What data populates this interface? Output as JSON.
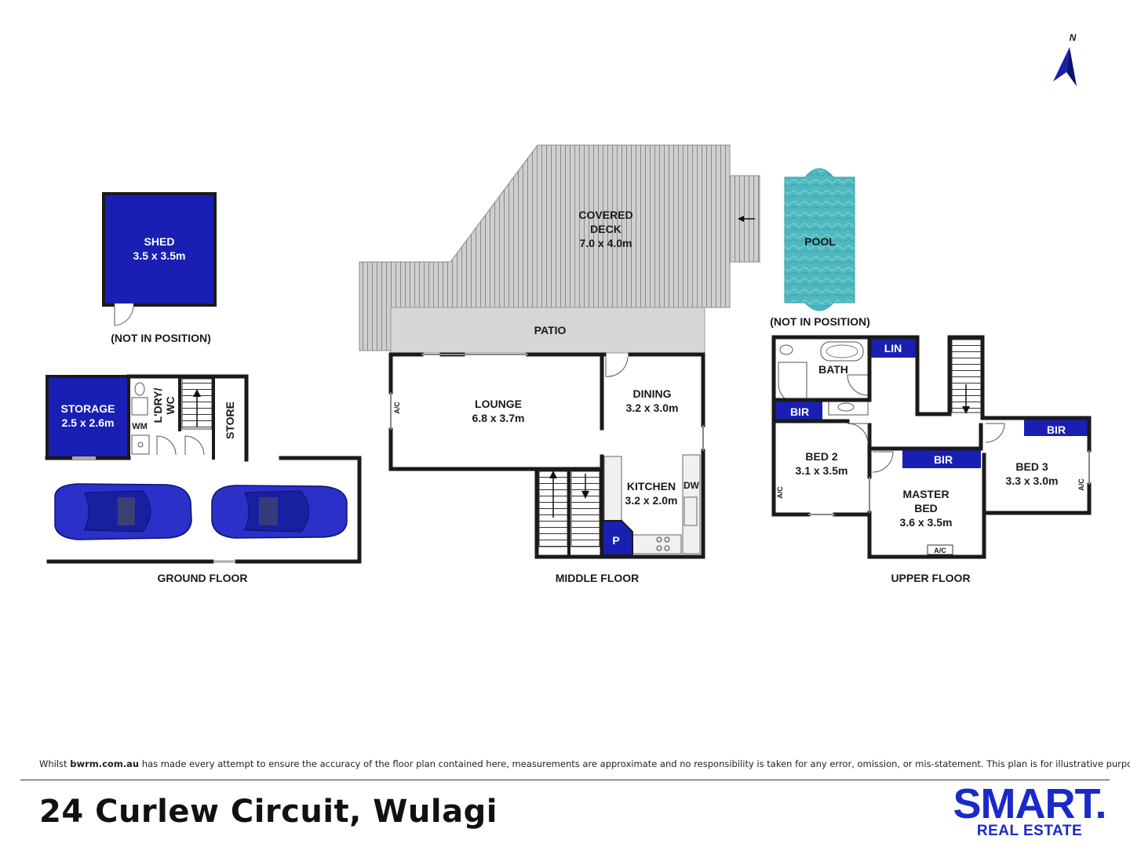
{
  "north_label": "N",
  "rooms": {
    "shed": {
      "name": "SHED",
      "dims": "3.5 x 3.5m"
    },
    "shed_note": "(NOT IN POSITION)",
    "storage": {
      "name": "STORAGE",
      "dims": "2.5 x 2.6m"
    },
    "laundry": {
      "line1": "L'DRY/",
      "line2": "WC"
    },
    "wm": "WM",
    "store": "STORE",
    "covered_deck": {
      "line1": "COVERED",
      "line2": "DECK",
      "dims": "7.0 x 4.0m"
    },
    "patio": "PATIO",
    "lounge": {
      "name": "LOUNGE",
      "dims": "6.8 x 3.7m"
    },
    "dining": {
      "name": "DINING",
      "dims": "3.2 x 3.0m"
    },
    "kitchen": {
      "name": "KITCHEN",
      "dims": "3.2 x 2.0m"
    },
    "dw": "DW",
    "pantry": "P",
    "ac": "A/C",
    "pool": "POOL",
    "pool_note": "(NOT IN POSITION)",
    "bath": "BATH",
    "lin": "LIN",
    "bir": "BIR",
    "bed2": {
      "name": "BED 2",
      "dims": "3.1 x 3.5m"
    },
    "bed3": {
      "name": "BED 3",
      "dims": "3.3 x 3.0m"
    },
    "master": {
      "line1": "MASTER",
      "line2": "BED",
      "dims": "3.6 x 3.5m"
    }
  },
  "floors": {
    "ground": "GROUND FLOOR",
    "middle": "MIDDLE FLOOR",
    "upper": "UPPER FLOOR"
  },
  "footer": {
    "disclaimer_prefix": "Whilst",
    "disclaimer_site": "bwrm.com.au",
    "disclaimer_rest": "has made every attempt to ensure the accuracy of the floor plan contained here, measurements are approximate and no responsibility is taken for any error, omission, or mis-statement. This plan is for illustrative purposes only.",
    "address": "24 Curlew Circuit, Wulagi",
    "brand_main": "SMART.",
    "brand_sub": "REAL ESTATE"
  },
  "colors": {
    "room_fill": "#1a1fb3",
    "pool_fill": "#4fb8c0",
    "deck_fill": "#c9c9c9",
    "patio_fill": "#d6d6d6",
    "car_fill": "#2a30c8",
    "brand": "#1a2ac8"
  }
}
